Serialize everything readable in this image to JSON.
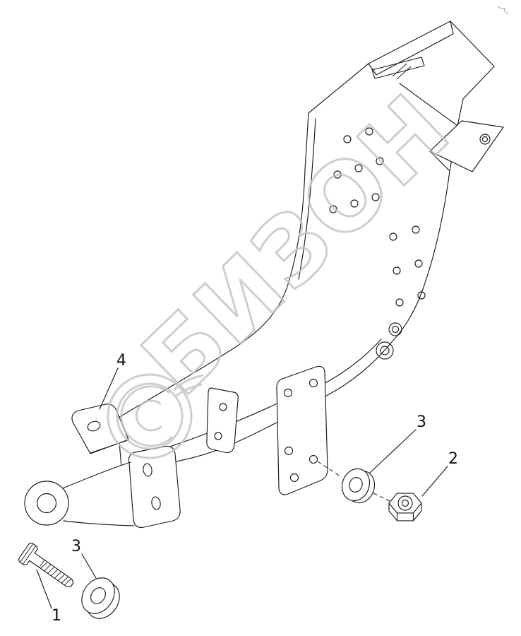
{
  "colors": {
    "background": "#ffffff",
    "line": "#1a1a1a",
    "watermark": "#c2c2c2",
    "label": "#111111"
  },
  "watermark": {
    "text": "БИЗОН"
  },
  "callouts": {
    "part4": "4",
    "part3_right": "3",
    "part2": "2",
    "part3_left": "3",
    "part1": "1"
  }
}
